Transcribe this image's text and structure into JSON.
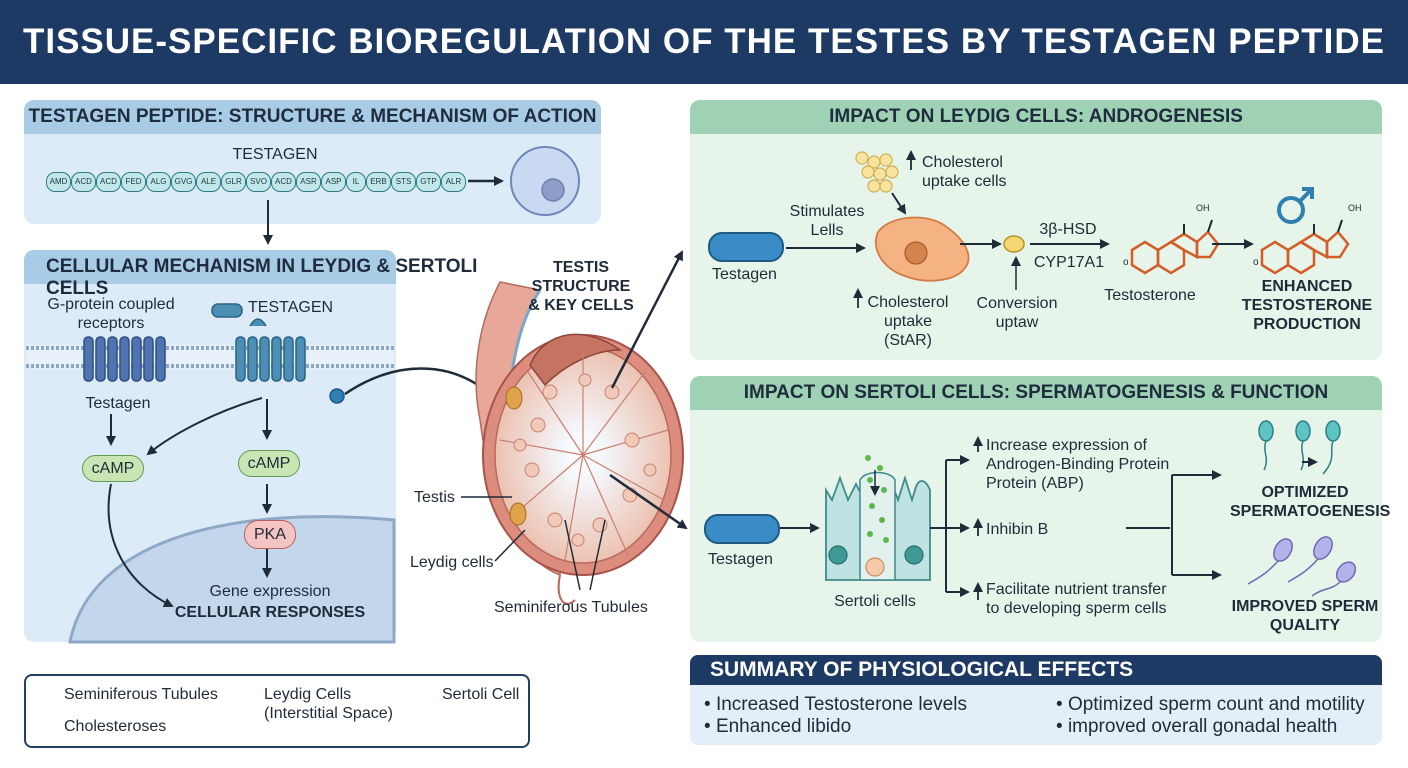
{
  "title": "TISSUE-SPECIFIC BIOREGULATION OF THE TESTES BY TESTAGEN PEPTIDE",
  "structure_panel": {
    "title": "TESTAGEN PEPTIDE: STRUCTURE & MECHANISM OF ACTION",
    "peptide_label": "TESTAGEN",
    "amino_acids": [
      "AMD",
      "ACD",
      "ACD",
      "FED",
      "ALG",
      "GVG",
      "ALE",
      "GLR",
      "SVO",
      "ACD",
      "ASR",
      "ASP",
      "IL",
      "ERB",
      "STS",
      "GTP",
      "ALR"
    ]
  },
  "cellular_panel": {
    "title": "CELLULAR MECHANISM IN LEYDIG & SERTOLI CELLS",
    "gpcr_label": "G-protein coupled receptors",
    "testagen_label": "TESTAGEN",
    "testagen_small": "Testagen",
    "camp_left": "cAMP",
    "camp_right": "cAMP",
    "pka": "PKA",
    "gene_expression": "Gene expression",
    "cellular_responses": "CELLULAR RESPONSES"
  },
  "testis": {
    "title": "TESTIS STRUCTURE & KEY CELLS",
    "label_testis": "Testis",
    "label_leydig": "Leydig cells",
    "label_tubules": "Seminiferous Tubules"
  },
  "leydig_panel": {
    "title": "IMPACT ON LEYDIG CELLS: ANDROGENESIS",
    "testagen": "Testagen",
    "stimulates": "Stimulates Lells",
    "cholesterol_top": "Cholesterol uptake cells",
    "cholesterol_bottom": "Cholesterol uptake (StAR)",
    "conversion": "Conversion uptaw",
    "enzyme1": "3β-HSD",
    "enzyme2": "CYP17A1",
    "testosterone": "Testosterone",
    "oh1": "OH",
    "oh2": "OH",
    "o1": "o",
    "o2": "o",
    "enhanced": "ENHANCED TESTOSTERONE PRODUCTION"
  },
  "sertoli_panel": {
    "title": "IMPACT ON SERTOLI CELLS: SPERMATOGENESIS & FUNCTION",
    "testagen": "Testagen",
    "sertoli_cells": "Sertoli cells",
    "effect1": "Increase expression of Androgen-Binding Protein Protein (ABP)",
    "effect2": "Inhibin B",
    "effect3": "Facilitate nutrient transfer to developing sperm cells",
    "outcome1": "OPTIMIZED SPERMATOGENESIS",
    "outcome2": "IMPROVED SPERM QUALITY"
  },
  "legend": {
    "item1": "Seminiferous Tubules",
    "item2": "Leydig Cells (Interstitial Space)",
    "item3": "Sertoli Cell",
    "item4": "Cholesteroses"
  },
  "summary": {
    "title": "SUMMARY OF PHYSIOLOGICAL EFFECTS",
    "items": [
      "Increased Testosterone levels",
      "Optimized sperm count and motility",
      "Enhanced libido",
      "improved overall gonadal health"
    ]
  },
  "colors": {
    "header": "#1c3a63",
    "blue_panel": "#dcebf7",
    "green_panel": "#e6f4ea",
    "green_title": "#9fd2b4",
    "blue_title": "#a8cbe6"
  }
}
